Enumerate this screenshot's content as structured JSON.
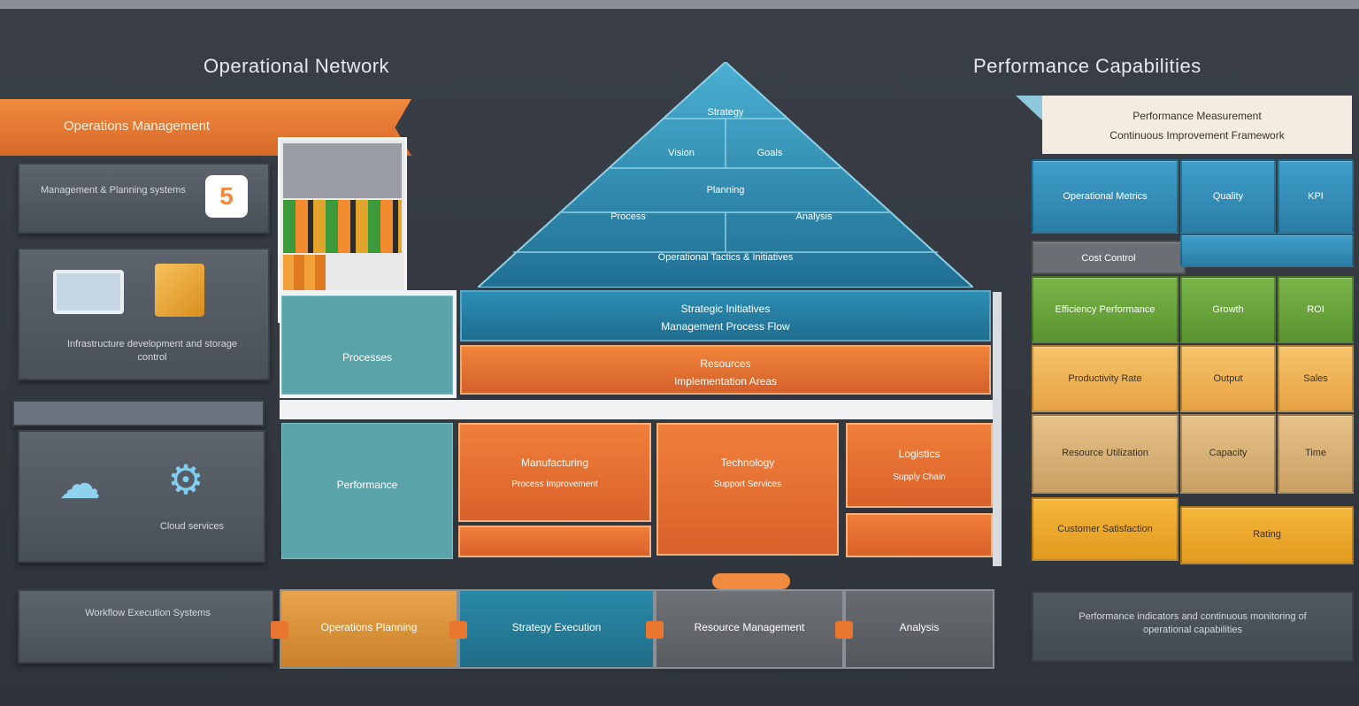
{
  "header": {
    "left_title": "Operational Network",
    "right_title": "Performance Capabilities"
  },
  "left": {
    "ribbon": "Operations Management",
    "panel1_text": "Management & Planning systems",
    "panel1_badge": "5",
    "panel2_text": "Infrastructure development and storage control",
    "panel4_text": "Cloud services",
    "panel5_text": "Workflow Execution Systems"
  },
  "center": {
    "pyramid_top": "Strategy",
    "pyramid_row2": [
      "Vision",
      "Goals"
    ],
    "pyramid_row3": "Planning",
    "pyramid_row4": [
      "Process",
      "Analysis"
    ],
    "pyramid_base": "Operational Tactics & Initiatives",
    "band_blue_title": "Strategic Initiatives",
    "band_blue_sub": "Management Process Flow",
    "band_orange_title": "Resources",
    "band_orange_sub": "Implementation Areas",
    "teal_card1": "Processes",
    "teal_card2": "Performance",
    "orange_cards": [
      {
        "title": "Manufacturing",
        "sub": "Process Improvement"
      },
      {
        "title": "Technology",
        "sub": "Support Services"
      },
      {
        "title": "Logistics",
        "sub": "Supply Chain"
      }
    ],
    "bottom_cards": [
      "Operations Planning",
      "Strategy Execution",
      "Resource Management",
      "Analysis"
    ]
  },
  "right": {
    "note_line1": "Performance Measurement",
    "note_line2": "Continuous Improvement Framework",
    "blue_row": [
      "Operational Metrics",
      "Quality",
      "KPI"
    ],
    "grey_label": "Cost Control",
    "green_row": [
      "Efficiency Performance",
      "Growth",
      "ROI"
    ],
    "yellow_row": [
      "Productivity Rate",
      "Output",
      "Sales"
    ],
    "tan_row": [
      "Resource Utilization",
      "Capacity",
      "Time"
    ],
    "gold_row": [
      "Customer Satisfaction",
      "Rating"
    ],
    "bottom_text": "Performance indicators and continuous monitoring of operational capabilities"
  },
  "colors": {
    "accent_orange": "#f08a3e",
    "accent_blue": "#2c8db3",
    "accent_green": "#79b548",
    "background": "#3a3f47"
  }
}
